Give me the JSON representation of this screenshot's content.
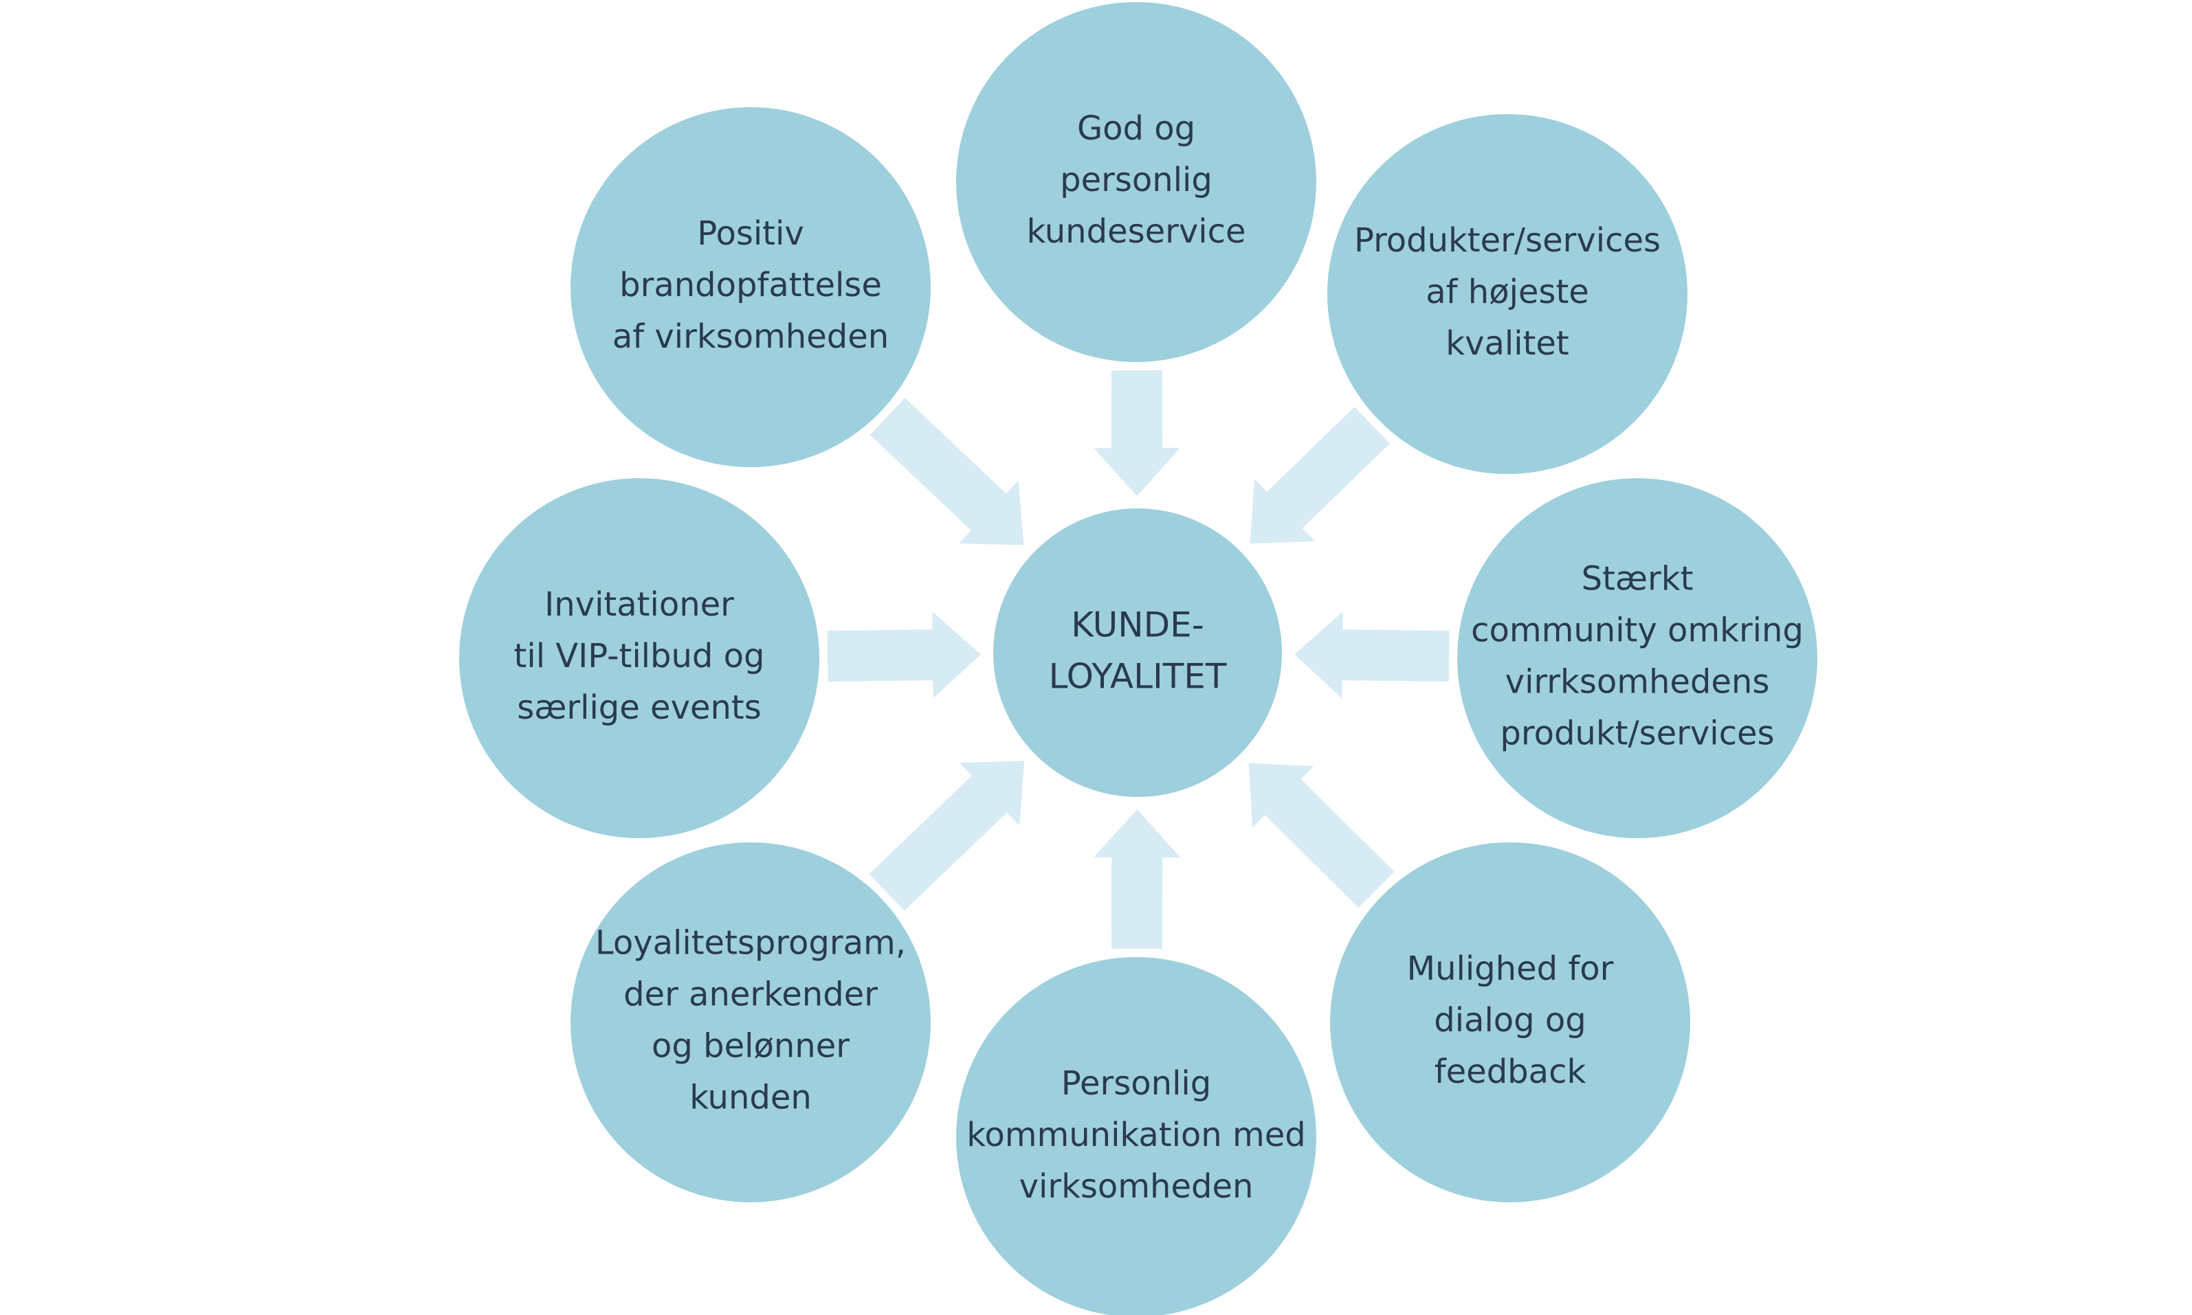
{
  "diagram": {
    "type": "radial-cycle",
    "colors": {
      "circle": "#9ecfdd",
      "arrow": "#d6ebf3",
      "text": "#2a3a4e",
      "background": "#ffffff"
    },
    "center": {
      "lines": [
        "KUNDE-",
        "LOYALITET"
      ]
    },
    "nodes": [
      {
        "id": "top",
        "lines": [
          "God og",
          "personlig",
          "kundeservice"
        ]
      },
      {
        "id": "top-right",
        "lines": [
          "Produkter/services",
          "af højeste",
          "kvalitet"
        ]
      },
      {
        "id": "right",
        "lines": [
          "Stærkt",
          "community omkring",
          "virrksomhedens",
          "produkt/services"
        ]
      },
      {
        "id": "bottom-right",
        "lines": [
          "Mulighed for",
          "dialog og",
          "feedback"
        ]
      },
      {
        "id": "bottom",
        "lines": [
          "Personlig",
          "kommunikation med",
          "virksomheden"
        ]
      },
      {
        "id": "bottom-left",
        "lines": [
          "Loyalitetsprogram,",
          "der anerkender",
          "og belønner",
          "kunden"
        ]
      },
      {
        "id": "left",
        "lines": [
          "Invitationer",
          "til VIP-tilbud og",
          "særlige events"
        ]
      },
      {
        "id": "top-left",
        "lines": [
          "Positiv",
          "brandopfattelse",
          "af virksomheden"
        ]
      }
    ]
  }
}
